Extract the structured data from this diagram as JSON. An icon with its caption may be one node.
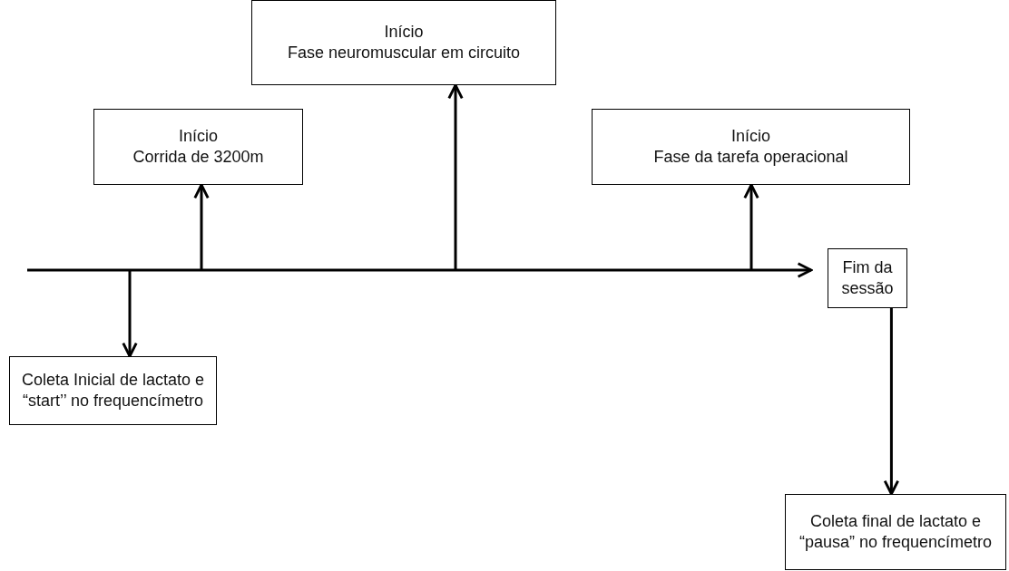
{
  "diagram": {
    "nodes": [
      {
        "text": [
          "Início",
          "Fase neuromuscular em circuito"
        ]
      },
      {
        "text": [
          "Início",
          "Corrida de 3200m"
        ]
      },
      {
        "text": [
          "Início",
          "Fase da tarefa operacional"
        ]
      },
      {
        "text": [
          "Fim da sessão"
        ]
      },
      {
        "text": [
          "Coleta Inicial de lactato e “start’’ no frequencímetro"
        ]
      },
      {
        "text": [
          "Coleta final de lactato e “pausa” no frequencímetro"
        ]
      }
    ],
    "edges": [
      {
        "from": null,
        "to": 3,
        "arrow": "to"
      },
      {
        "from": null,
        "to": 4,
        "arrow": "to"
      },
      {
        "from": null,
        "to": 1,
        "arrow": "to"
      },
      {
        "from": null,
        "to": 0,
        "arrow": "to"
      },
      {
        "from": null,
        "to": 2,
        "arrow": "to"
      },
      {
        "from": 3,
        "to": 5,
        "arrow": "to"
      }
    ]
  }
}
